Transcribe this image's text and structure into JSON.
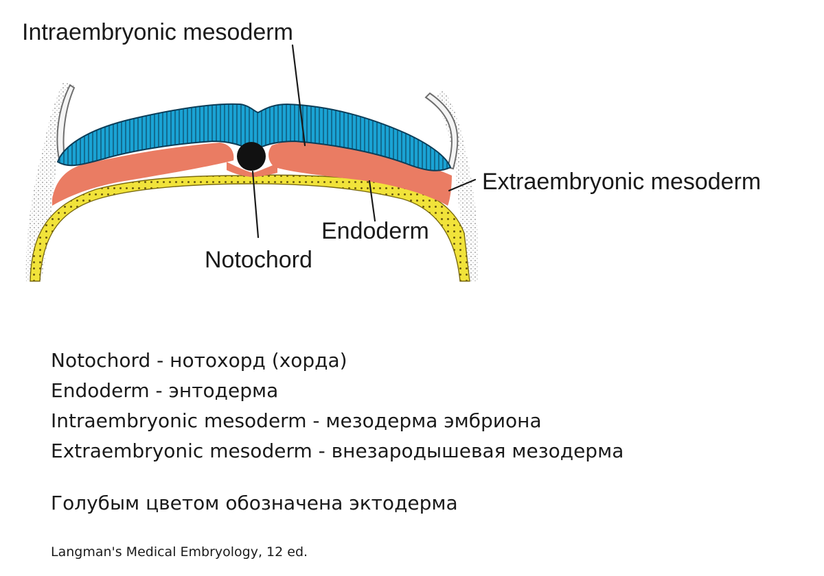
{
  "diagram": {
    "labels": {
      "intraembryonic": "Intraembryonic mesoderm",
      "extraembryonic": "Extraembryonic mesoderm",
      "endoderm": "Endoderm",
      "notochord": "Notochord"
    },
    "colors": {
      "ectoderm": "#1aa3d4",
      "mesoderm": "#ea7c63",
      "endoderm": "#f1e33a",
      "notochord": "#111111",
      "membrane": "#8a8a8a"
    }
  },
  "legend": [
    "Notochord - нотохорд (хорда)",
    "Endoderm - энтодерма",
    "Intraembryonic mesoderm - мезодерма эмбриона",
    "Extraembryonic mesoderm - внезародышевая мезодерма"
  ],
  "note": "Голубым цветом обозначена эктодерма",
  "source": "Langman's Medical Embryology, 12 ed."
}
